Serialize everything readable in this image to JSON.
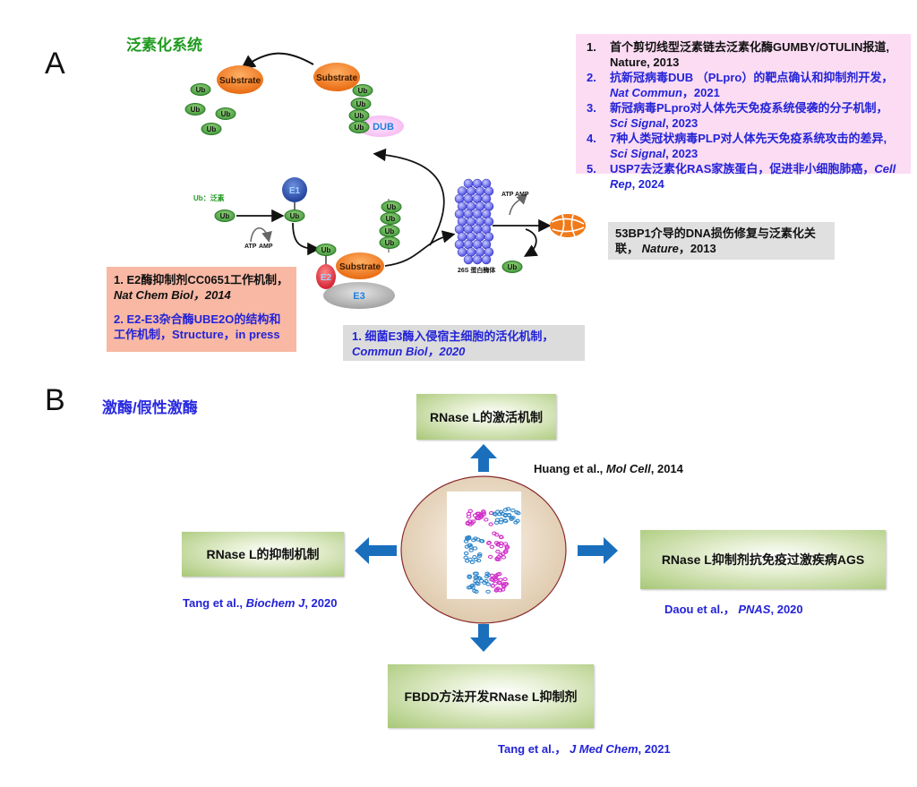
{
  "panelA": {
    "letter": "A",
    "title": "泛素化系统",
    "title_color": "#1f9a1f",
    "diagram": {
      "substrate_label": "Substrate",
      "ub_label": "Ub",
      "dub_label": "DUB",
      "e1_label": "E1",
      "e2_label": "E2",
      "e3_label": "E3",
      "legend_ub": "Ub：泛素",
      "atp": "ATP",
      "amp": "AMP",
      "proteasome_label": "26S 蛋白酶体"
    },
    "refs_pink": {
      "bg_color": "#fbdcf3",
      "items": [
        {
          "num": "1.",
          "text": "首个剪切线型泛素链去泛素化酶GUMBY/OTULIN报道, ",
          "journal": "",
          "after": "Nature, 2013",
          "color": "black"
        },
        {
          "num": "2.",
          "text": "抗新冠病毒DUB （PLpro）的靶点确认和抑制剂开发， ",
          "journal": "Nat Commun",
          "after": "，2021",
          "color": "blue"
        },
        {
          "num": "3.",
          "text": "新冠病毒PLpro对人体先天免疫系统侵袭的分子机制，",
          "journal": "Sci Signal",
          "after": ", 2023",
          "color": "blue"
        },
        {
          "num": "4.",
          "text": "7种人类冠状病毒PLP对人体先天免疫系统攻击的差异, ",
          "journal": "Sci Signal",
          "after": ", 2023",
          "color": "blue"
        },
        {
          "num": "5.",
          "text": "USP7去泛素化RAS家族蛋白，促进非小细胞肺癌，",
          "journal": "Cell Rep",
          "after": ", 2024",
          "color": "blue"
        }
      ]
    },
    "refs_gray_right": {
      "text": "53BP1介导的DNA损伤修复与泛素化关联， ",
      "journal": "Nature",
      "after": "，2013"
    },
    "refs_salmon": {
      "bg_color": "#f8b8a4",
      "item1_text": "1. E2酶抑制剂CC0651工作机制，",
      "item1_journal": "Nat Chem Biol，2014",
      "item2_text": "2. E2-E3杂合酶UBE2O的结构和工作机制，Structure，in press"
    },
    "refs_gray_bottom": {
      "text": "1. 细菌E3酶入侵宿主细胞的活化机制，",
      "journal": "Commun Biol，2020"
    }
  },
  "panelB": {
    "letter": "B",
    "title": "激酶/假性激酶",
    "title_color": "#2a2ae0",
    "arrow_color": "#1a6fbd",
    "top_box": "RNase L的激活机制",
    "top_cite": {
      "prefix": "Huang et al., ",
      "journal": "Mol Cell",
      "suffix": ", 2014"
    },
    "left_box": "RNase L的抑制机制",
    "left_cite": {
      "prefix": "Tang et al., ",
      "journal": "Biochem J",
      "suffix": ", 2020"
    },
    "right_box": "RNase L抑制剂抗免疫过激疾病AGS",
    "right_cite": {
      "prefix": "Daou et al.， ",
      "journal": "PNAS",
      "suffix": ", 2020"
    },
    "bottom_box": "FBDD方法开发RNase L抑制剂",
    "bottom_cite": {
      "prefix": "Tang et al.， ",
      "journal": "J Med Chem",
      "suffix": ", 2021"
    }
  }
}
